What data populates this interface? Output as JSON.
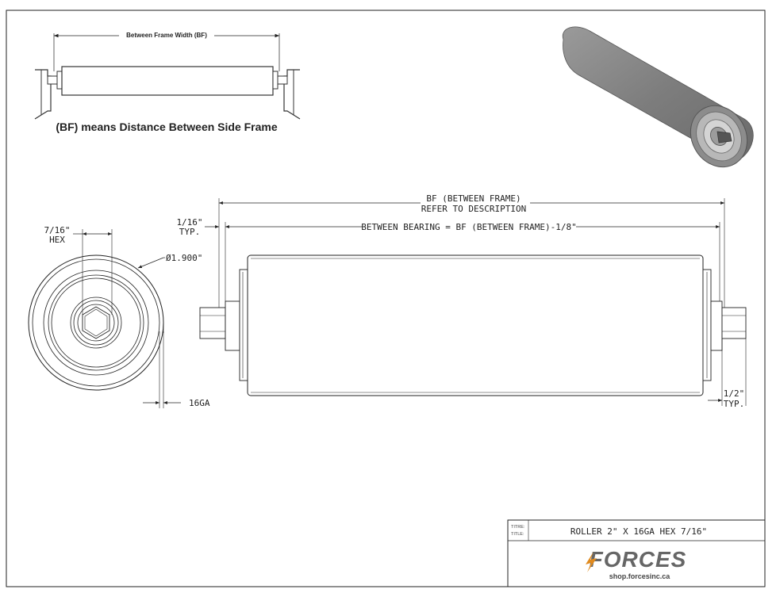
{
  "inset": {
    "dimension_label": "Between Frame Width (BF)",
    "caption": "(BF) means Distance Between Side Frame"
  },
  "end_view": {
    "hex_label_1": "7/16\"",
    "hex_label_2": "HEX",
    "diameter_label": "Ø1.900\"",
    "gauge_label": "16GA"
  },
  "side_view": {
    "bf_label_1": "BF (BETWEEN FRAME)",
    "bf_label_2": "REFER TO DESCRIPTION",
    "bb_label": "BETWEEN BEARING = BF (BETWEEN FRAME)-1/8\"",
    "left_offset_1": "1/16\"",
    "left_offset_2": "TYP.",
    "right_offset_1": "1/2\"",
    "right_offset_2": "TYP."
  },
  "title_block": {
    "field_label_1": "TITRE:",
    "field_label_2": "TITLE:",
    "title": "ROLLER 2\" X 16GA HEX 7/16\"",
    "logo": "FORCES",
    "url": "shop.forcesinc.ca"
  },
  "colors": {
    "line": "#222222",
    "roller_fill": "#e8e8e8",
    "iso_body": "#8a8a8a",
    "brand_orange": "#e08a1e",
    "brand_gray": "#666666"
  }
}
